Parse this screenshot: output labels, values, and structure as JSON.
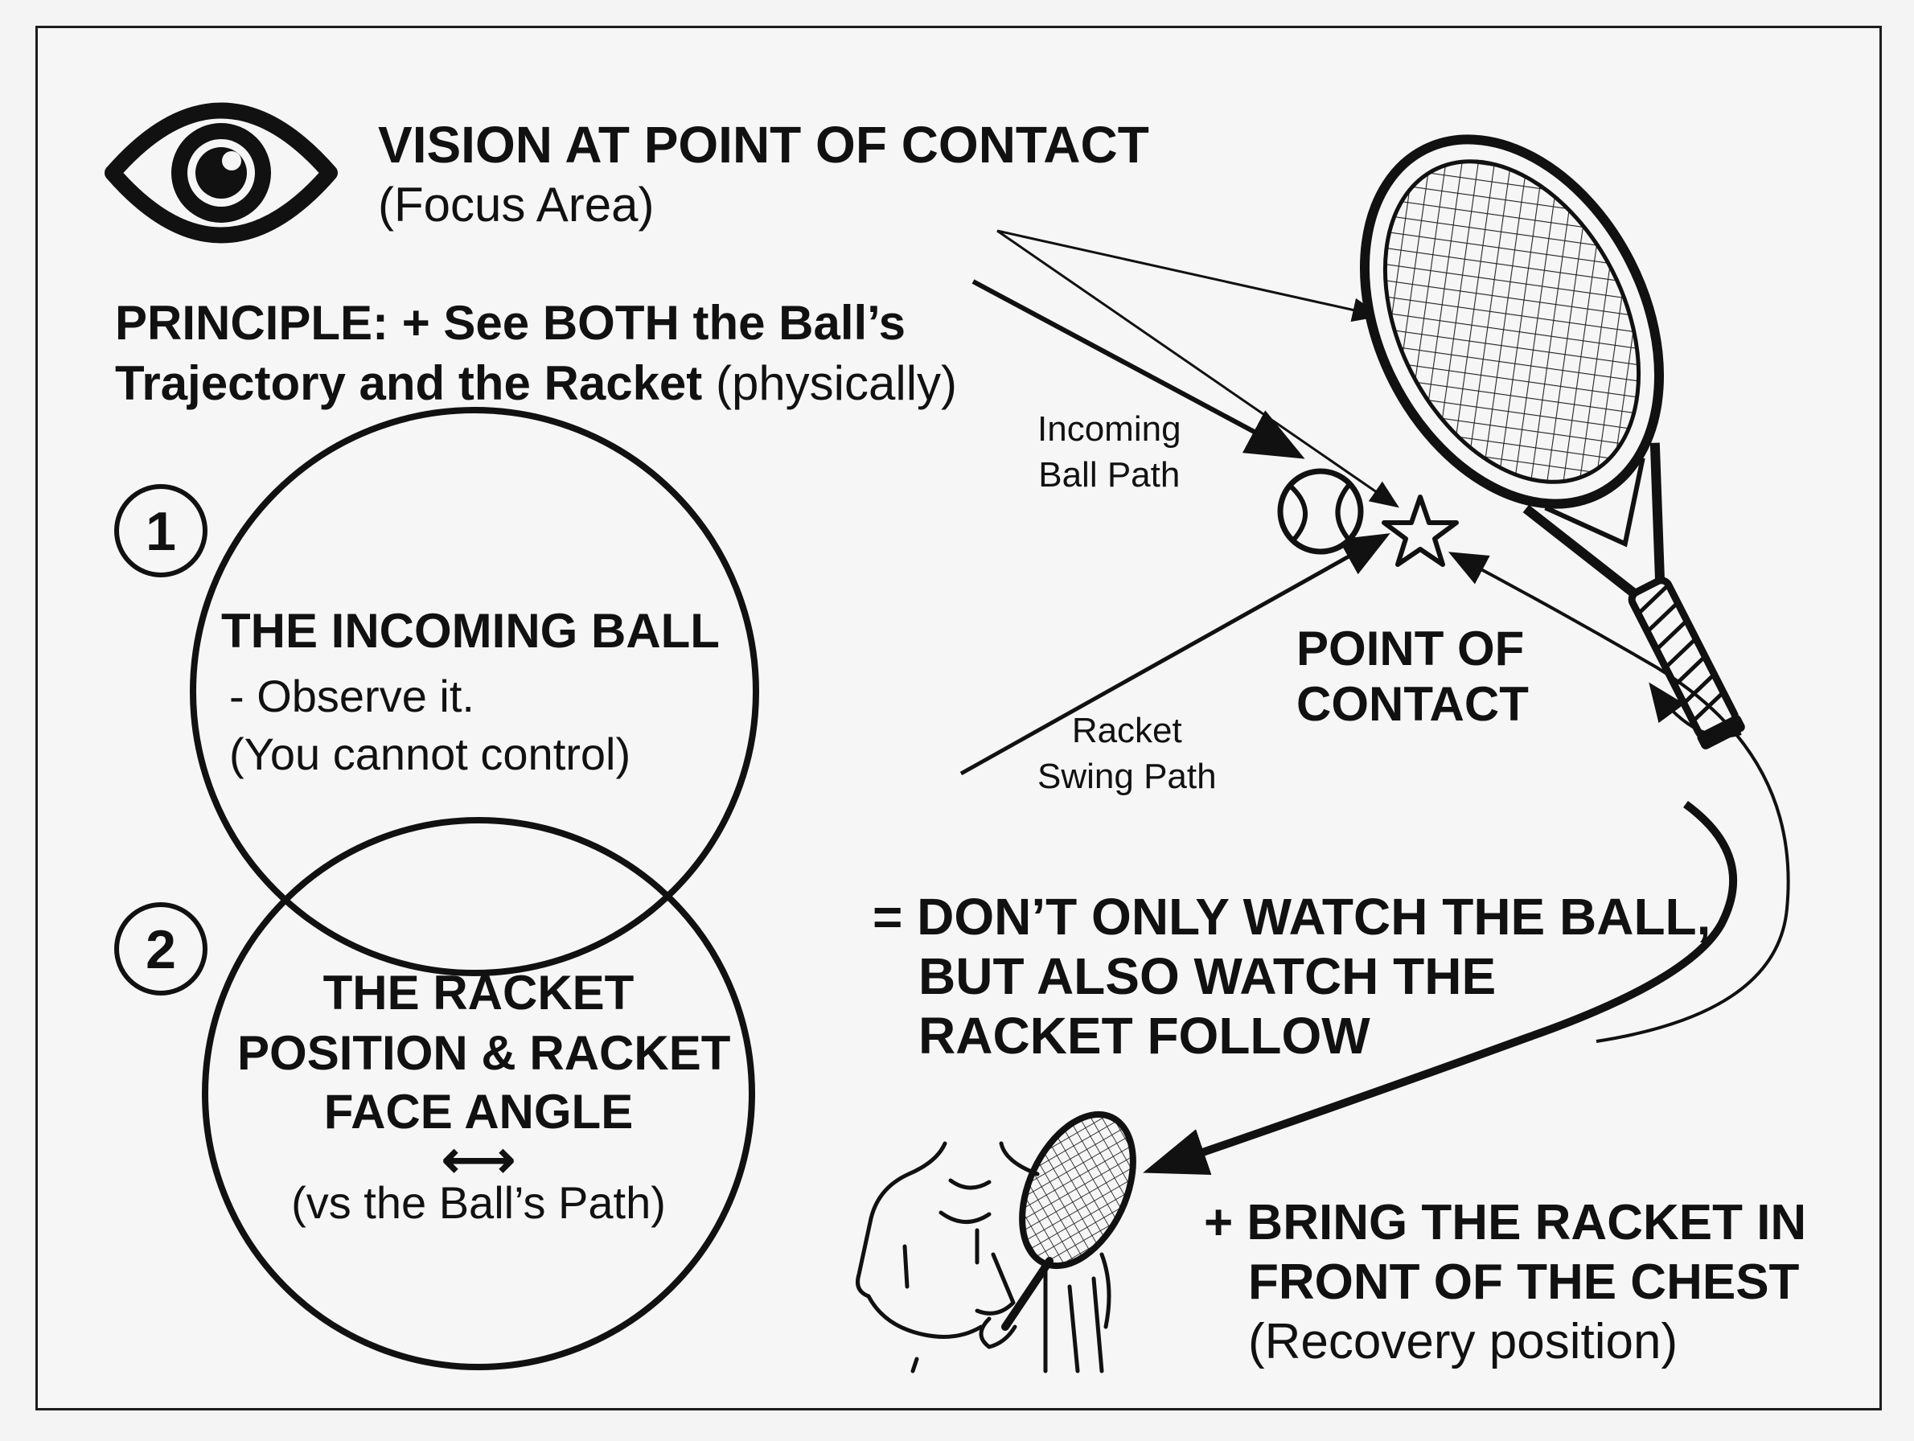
{
  "header": {
    "title": "VISION AT POINT OF CONTACT",
    "subtitle": "(Focus Area)"
  },
  "principle": {
    "line1": "PRINCIPLE: + See BOTH the Ball’s",
    "line2_bold": "Trajectory and the Racket",
    "line2_rest": " (physically)"
  },
  "circle1": {
    "number": "1",
    "heading": "THE INCOMING BALL",
    "line1": "- Observe it.",
    "line2": "(You cannot control)"
  },
  "circle2": {
    "number": "2",
    "heading_lines": [
      "THE RACKET",
      "POSITION & RACKET",
      "FACE ANGLE"
    ],
    "arrow_symbol": "⟷",
    "line": "(vs the Ball’s Path)"
  },
  "labels": {
    "incoming_ball_path": [
      "Incoming",
      "Ball Path"
    ],
    "racket_swing_path": [
      "Racket",
      "Swing Path"
    ],
    "point_of_contact": [
      "POINT OF",
      "CONTACT"
    ]
  },
  "callout": {
    "lines": [
      "= DON’T ONLY WATCH THE BALL,",
      "BUT ALSO WATCH THE",
      "RACKET FOLLOW"
    ]
  },
  "bring": {
    "lines": [
      "+ BRING THE RACKET IN",
      "FRONT OF THE CHEST"
    ],
    "note": "(Recovery position)"
  },
  "icons": [
    "eye-icon",
    "tennis-ball-icon",
    "star-icon",
    "tennis-racket-icon",
    "player-figure-icon"
  ],
  "colors": {
    "ink": "#111111",
    "background": "#f6f6f6"
  }
}
